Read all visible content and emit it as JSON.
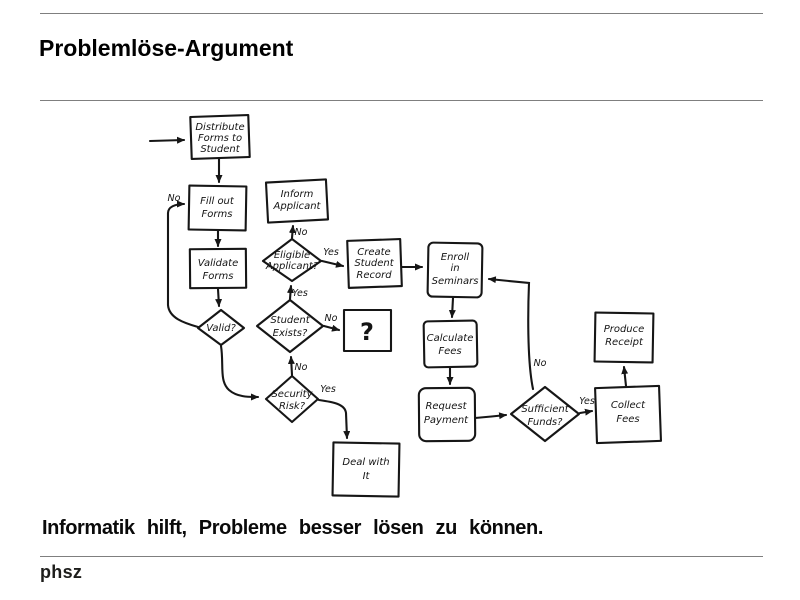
{
  "slide": {
    "title": "Problemlöse-Argument",
    "statement": "Informatik hilft, Probleme besser lösen zu können.",
    "logo": "phsz"
  },
  "colors": {
    "ink": "#161616",
    "rule_gray": "#7f7f7f",
    "background": "#ffffff"
  },
  "flowchart": {
    "style": "hand-drawn whiteboard sketch, student enrollment process",
    "nodes": {
      "distribute": {
        "type": "process",
        "lines": [
          "Distribute",
          "Forms to",
          "Student"
        ]
      },
      "fill_out": {
        "type": "process",
        "lines": [
          "Fill out",
          "Forms"
        ]
      },
      "validate": {
        "type": "process",
        "lines": [
          "Validate",
          "Forms"
        ]
      },
      "valid": {
        "type": "decision",
        "lines": [
          "Valid?"
        ]
      },
      "inform": {
        "type": "process",
        "lines": [
          "Inform",
          "Applicant"
        ]
      },
      "eligible": {
        "type": "decision",
        "lines": [
          "Eligible",
          "Applicant?"
        ]
      },
      "exists": {
        "type": "decision",
        "lines": [
          "Student",
          "Exists?"
        ]
      },
      "security": {
        "type": "decision",
        "lines": [
          "Security",
          "Risk?"
        ]
      },
      "unknown": {
        "type": "process",
        "lines": [
          "?"
        ]
      },
      "create": {
        "type": "process",
        "lines": [
          "Create",
          "Student",
          "Record"
        ]
      },
      "enroll": {
        "type": "process",
        "lines": [
          "Enroll",
          "in",
          "Seminars"
        ]
      },
      "calculate": {
        "type": "process",
        "lines": [
          "Calculate",
          "Fees"
        ]
      },
      "request": {
        "type": "process",
        "lines": [
          "Request",
          "Payment"
        ]
      },
      "sufficient": {
        "type": "decision",
        "lines": [
          "Sufficient",
          "Funds?"
        ]
      },
      "collect": {
        "type": "process",
        "lines": [
          "Collect",
          "Fees"
        ]
      },
      "produce": {
        "type": "process",
        "lines": [
          "Produce",
          "Receipt"
        ]
      },
      "deal": {
        "type": "process",
        "lines": [
          "Deal with",
          "It"
        ]
      }
    },
    "labels": {
      "valid_no": "No",
      "eligible_no": "No",
      "eligible_yes": "Yes",
      "exists_yes": "Yes",
      "exists_no": "No",
      "security_no": "No",
      "security_yes": "Yes",
      "sufficient_yes": "Yes",
      "sufficient_no": "No"
    },
    "edges": [
      {
        "from": "start",
        "to": "distribute",
        "label": ""
      },
      {
        "from": "distribute",
        "to": "fill_out",
        "label": ""
      },
      {
        "from": "fill_out",
        "to": "validate",
        "label": ""
      },
      {
        "from": "validate",
        "to": "valid",
        "label": ""
      },
      {
        "from": "valid",
        "to": "fill_out",
        "label": "No"
      },
      {
        "from": "valid",
        "to": "security",
        "label": ""
      },
      {
        "from": "security",
        "to": "exists",
        "label": "No"
      },
      {
        "from": "security",
        "to": "deal",
        "label": "Yes"
      },
      {
        "from": "exists",
        "to": "eligible",
        "label": "Yes"
      },
      {
        "from": "exists",
        "to": "unknown",
        "label": "No"
      },
      {
        "from": "eligible",
        "to": "inform",
        "label": "No"
      },
      {
        "from": "eligible",
        "to": "create",
        "label": "Yes"
      },
      {
        "from": "create",
        "to": "enroll",
        "label": ""
      },
      {
        "from": "enroll",
        "to": "calculate",
        "label": ""
      },
      {
        "from": "calculate",
        "to": "request",
        "label": ""
      },
      {
        "from": "request",
        "to": "sufficient",
        "label": ""
      },
      {
        "from": "sufficient",
        "to": "collect",
        "label": "Yes"
      },
      {
        "from": "sufficient",
        "to": "enroll",
        "label": "No"
      },
      {
        "from": "collect",
        "to": "produce",
        "label": ""
      }
    ]
  }
}
